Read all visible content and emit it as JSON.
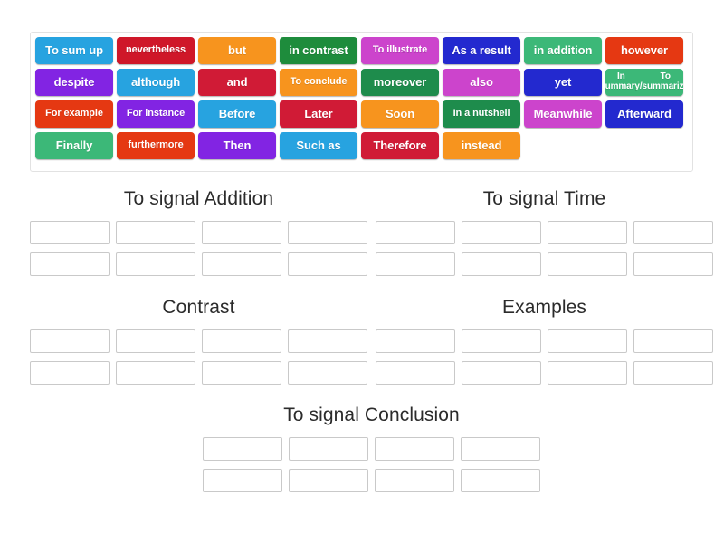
{
  "tile_bank": {
    "name": "word-tile-bank",
    "rows": [
      [
        {
          "text": "To sum up",
          "color": "#27a3e0",
          "size": "md"
        },
        {
          "text": "nevertheless",
          "color": "#cf1729",
          "size": "sm"
        },
        {
          "text": "but",
          "color": "#f7941e",
          "size": "md"
        },
        {
          "text": "in contrast",
          "color": "#1e8c3c",
          "size": "md"
        },
        {
          "text": "To illustrate",
          "color": "#cc44cc",
          "size": "sm"
        },
        {
          "text": "As a result",
          "color": "#2329cf",
          "size": "md"
        },
        {
          "text": "in addition",
          "color": "#3cb878",
          "size": "md"
        },
        {
          "text": "however",
          "color": "#e53812",
          "size": "md"
        }
      ],
      [
        {
          "text": "despite",
          "color": "#8224e3",
          "size": "md"
        },
        {
          "text": "although",
          "color": "#27a3e0",
          "size": "md"
        },
        {
          "text": "and",
          "color": "#d01b36",
          "size": "md"
        },
        {
          "text": "To conclude",
          "color": "#f7941e",
          "size": "sm"
        },
        {
          "text": "moreover",
          "color": "#1e8c4c",
          "size": "md"
        },
        {
          "text": "also",
          "color": "#cc44cc",
          "size": "md"
        },
        {
          "text": "yet",
          "color": "#2329cf",
          "size": "md"
        },
        {
          "text": "In summary/\nTo summarize",
          "color": "#3cb878",
          "size": "two"
        }
      ],
      [
        {
          "text": "For example",
          "color": "#e53812",
          "size": "sm"
        },
        {
          "text": "For instance",
          "color": "#8224e3",
          "size": "sm"
        },
        {
          "text": "Before",
          "color": "#27a3e0",
          "size": "md"
        },
        {
          "text": "Later",
          "color": "#d01b36",
          "size": "md"
        },
        {
          "text": "Soon",
          "color": "#f7941e",
          "size": "md"
        },
        {
          "text": "In a nutshell",
          "color": "#1e8c4c",
          "size": "sm"
        },
        {
          "text": "Meanwhile",
          "color": "#cc44cc",
          "size": "md"
        },
        {
          "text": "Afterward",
          "color": "#2329cf",
          "size": "md"
        }
      ],
      [
        {
          "text": "Finally",
          "color": "#3cb878",
          "size": "md"
        },
        {
          "text": "furthermore",
          "color": "#e53812",
          "size": "sm"
        },
        {
          "text": "Then",
          "color": "#8224e3",
          "size": "md"
        },
        {
          "text": "Such as",
          "color": "#27a3e0",
          "size": "md"
        },
        {
          "text": "Therefore",
          "color": "#d01b36",
          "size": "md"
        },
        {
          "text": "instead",
          "color": "#f7941e",
          "size": "md"
        }
      ]
    ]
  },
  "categories": [
    {
      "id": "addition",
      "title": "To signal Addition",
      "slot_count": 8
    },
    {
      "id": "time",
      "title": "To signal Time",
      "slot_count": 8
    },
    {
      "id": "contrast",
      "title": "Contrast",
      "slot_count": 8
    },
    {
      "id": "examples",
      "title": "Examples",
      "slot_count": 8
    },
    {
      "id": "conclusion",
      "title": "To signal Conclusion",
      "slot_count": 8
    }
  ],
  "colors": {
    "background": "#ffffff",
    "slot_border": "#c9c9c9",
    "bank_border": "#e2e2e2",
    "title_text": "#2b2b2b"
  }
}
